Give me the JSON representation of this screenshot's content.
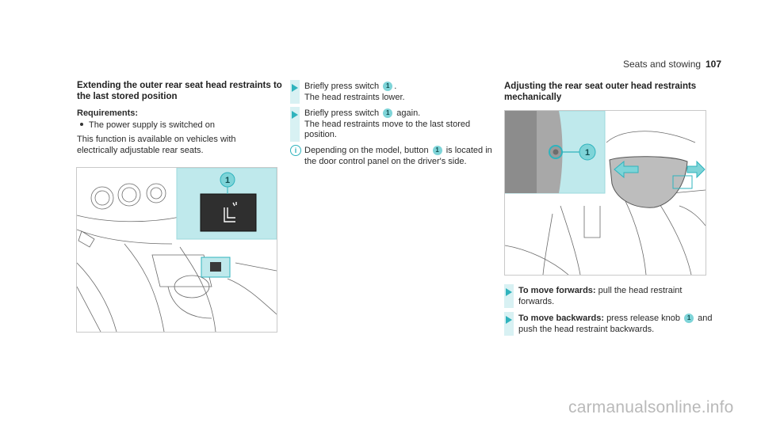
{
  "header": {
    "section": "Seats and stowing",
    "page_number": "107"
  },
  "col1": {
    "heading": "Extending the outer rear seat head restraints to the last stored position",
    "requirements_label": "Requirements:",
    "requirement_item": "The power supply is switched on",
    "body": "This function is available on vehicles with electrically adjustable rear seats."
  },
  "col2": {
    "step1_text": "Briefly press switch",
    "step1_result": "The head restraints lower.",
    "step2_text": "Briefly press switch",
    "step2_after": "again.",
    "step2_result": "The head restraints move to the last stored position.",
    "info_text": "Depending on the model, button",
    "info_after": "is located in the door control panel on the driver's side."
  },
  "col3": {
    "heading": "Adjusting the rear seat outer head restraints mechanically",
    "step_forward_label": "To move forwards:",
    "step_forward_text": "pull the head restraint forwards.",
    "step_back_label": "To move backwards:",
    "step_back_text": "press release knob",
    "step_back_after": "and push the head restraint backwards."
  },
  "callout_number": "1",
  "watermark": "carmanualsonline.info",
  "colors": {
    "accent": "#2fb3bd",
    "callout_bg": "#7ed4d8",
    "inset_bg": "#bfe9ec",
    "step_bar": "#d8f1f3"
  }
}
